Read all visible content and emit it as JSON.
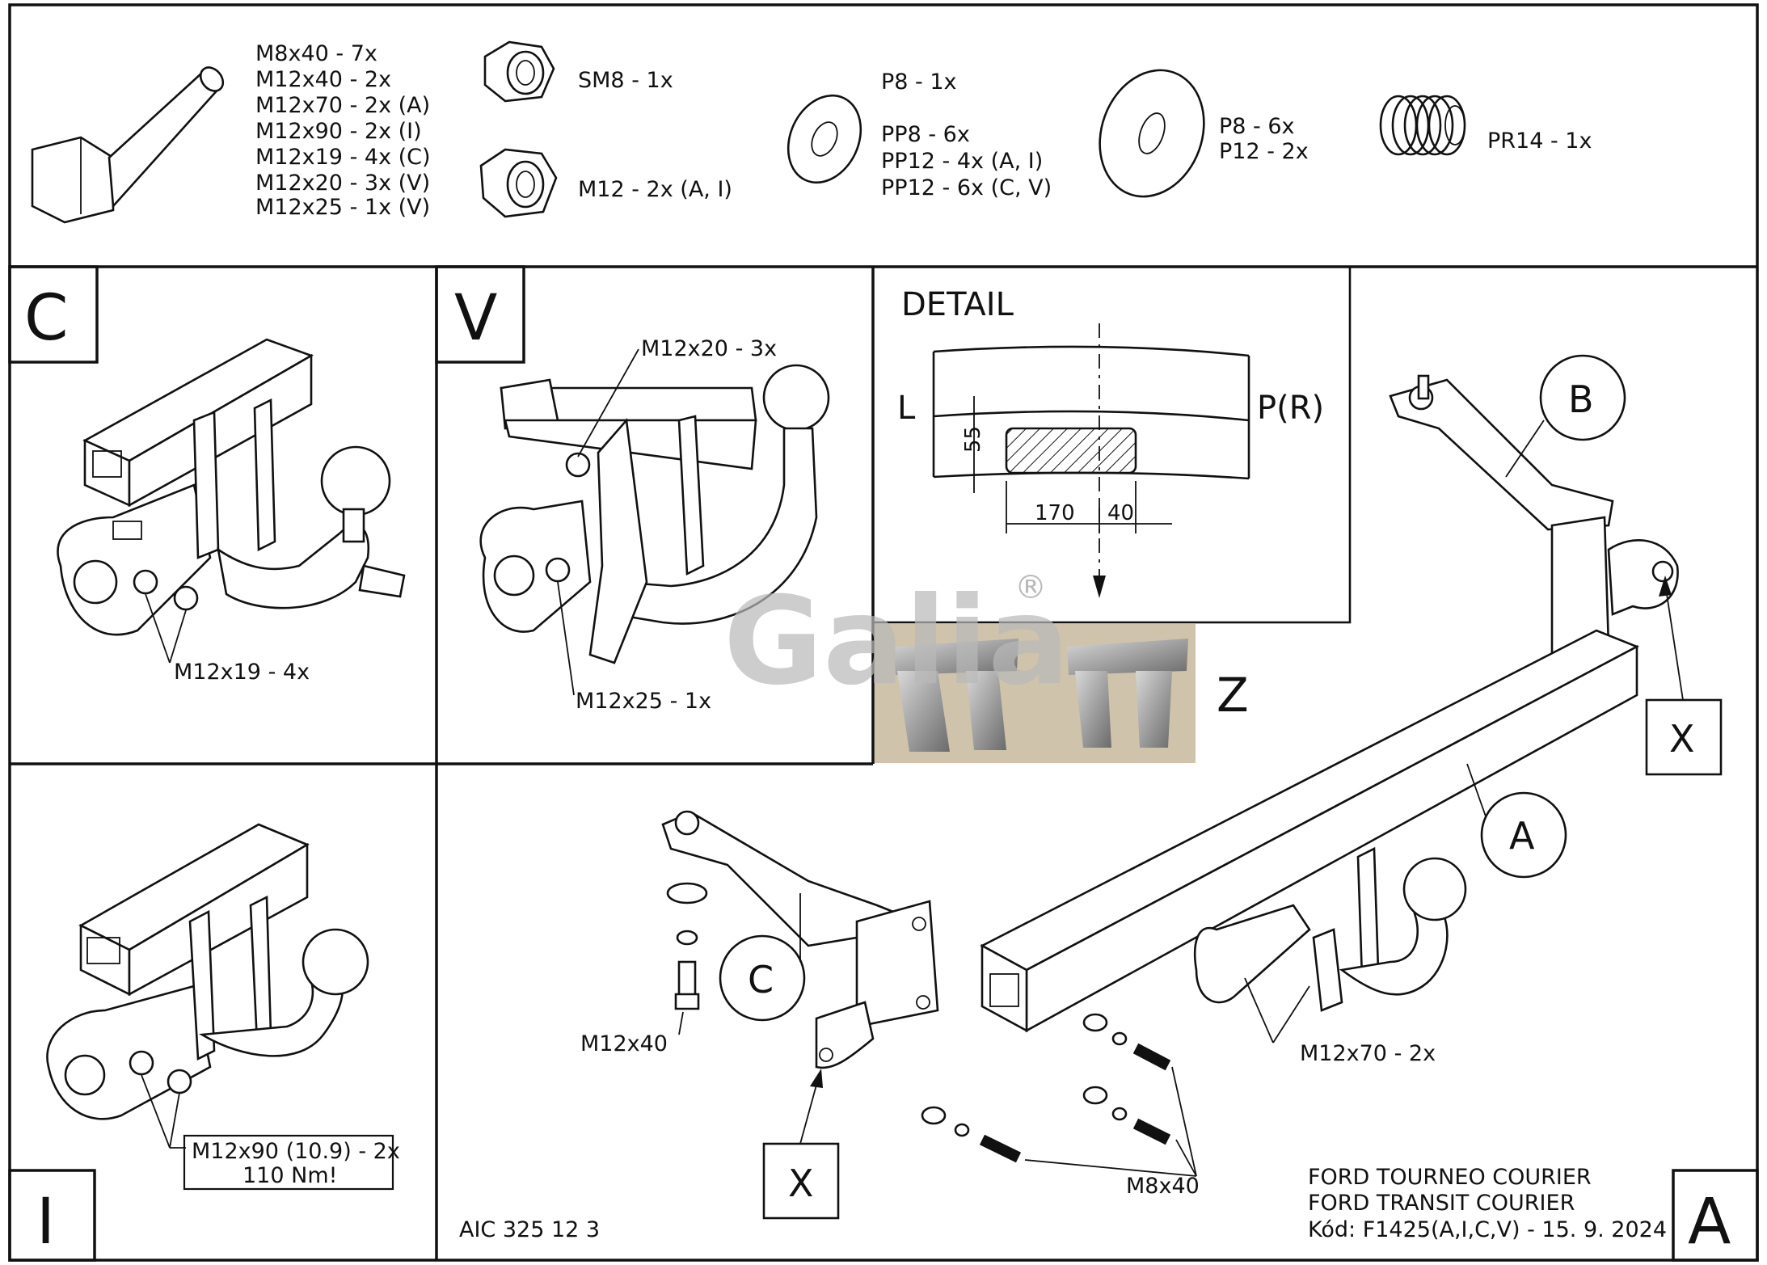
{
  "hardware": {
    "bolts": [
      "M8x40 - 7x",
      "M12x40 - 2x",
      "M12x70 - 2x (A)",
      "M12x90 - 2x (I)",
      "M12x19 - 4x (C)",
      "M12x20 - 3x (V)",
      "M12x25 - 1x (V)"
    ],
    "nut_sm8": "SM8 - 1x",
    "nut_m12": "M12 - 2x (A, I)",
    "washers_small": {
      "p8": "P8 - 1x",
      "pp8": "PP8 - 6x",
      "pp12_ai": "PP12 - 4x (A, I)",
      "pp12_cv": "PP12 - 6x (C, V)"
    },
    "washers_large": {
      "p8": "P8 - 6x",
      "p12": "P12 - 2x"
    },
    "spring": "PR14 - 1x"
  },
  "panels": {
    "c": {
      "letter": "C",
      "callout": "M12x19 - 4x"
    },
    "v": {
      "letter": "V",
      "callout_top": "M12x20 - 3x",
      "callout_bottom": "M12x25 - 1x"
    },
    "i": {
      "letter": "I",
      "callout_line1": "M12x90 (10.9) - 2x",
      "callout_line2": "110 Nm!"
    },
    "a": {
      "letter": "A"
    }
  },
  "detail": {
    "title": "DETAIL",
    "label_l": "L",
    "label_p": "P(R)",
    "dim_height": "55",
    "dim_170": "170",
    "dim_40": "40",
    "view_label": "Z"
  },
  "main": {
    "circle_b": "B",
    "circle_a": "A",
    "circle_c": "C",
    "x_right": "X",
    "x_left": "X",
    "m12x40": "M12x40",
    "m12x70": "M12x70 - 2x",
    "m8x40": "M8x40"
  },
  "footer": {
    "code": "AIC 325 12 3",
    "vehicle1": "FORD TOURNEO COURIER",
    "vehicle2": "FORD TRANSIT COURIER",
    "kod": "Kód: F1425(A,I,C,V) - 15. 9. 2024"
  },
  "watermark": "Galia"
}
